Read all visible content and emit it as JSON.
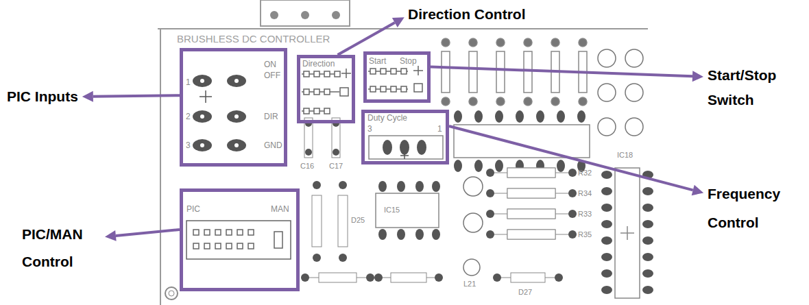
{
  "diagram": {
    "nodes": [
      {
        "text": [
          "Direction Control"
        ]
      },
      {
        "text": [
          "PIC Inputs"
        ]
      },
      {
        "text": [
          "1",
          "2",
          "3",
          "ON",
          "OFF",
          "DIR",
          "GND"
        ]
      },
      {
        "text": [
          "Direction"
        ]
      },
      {
        "text": [
          "Start",
          "Stop"
        ]
      },
      {
        "text": [
          "Start/Stop Switch"
        ]
      },
      {
        "text": [
          "Duty Cycle",
          "3",
          "1"
        ]
      },
      {
        "text": [
          "Frequency Control"
        ]
      },
      {
        "text": [
          "PIC/MAN Control"
        ]
      },
      {
        "text": [
          "PIC",
          "MAN"
        ]
      }
    ],
    "edges": [
      {
        "from": 2,
        "to": 1,
        "arrow": "to"
      },
      {
        "from": 3,
        "to": 0,
        "arrow": "to"
      },
      {
        "from": 4,
        "to": 5,
        "arrow": "to"
      },
      {
        "from": 6,
        "to": 7,
        "arrow": "to"
      },
      {
        "from": 9,
        "to": 8,
        "arrow": "to"
      }
    ],
    "labels": [
      "BRUSHLESS DC CONTROLLER",
      "C16",
      "C17",
      "IC15",
      "R32",
      "R34",
      "R33",
      "R35",
      "IC18",
      "L21",
      "D27",
      "D25"
    ]
  }
}
